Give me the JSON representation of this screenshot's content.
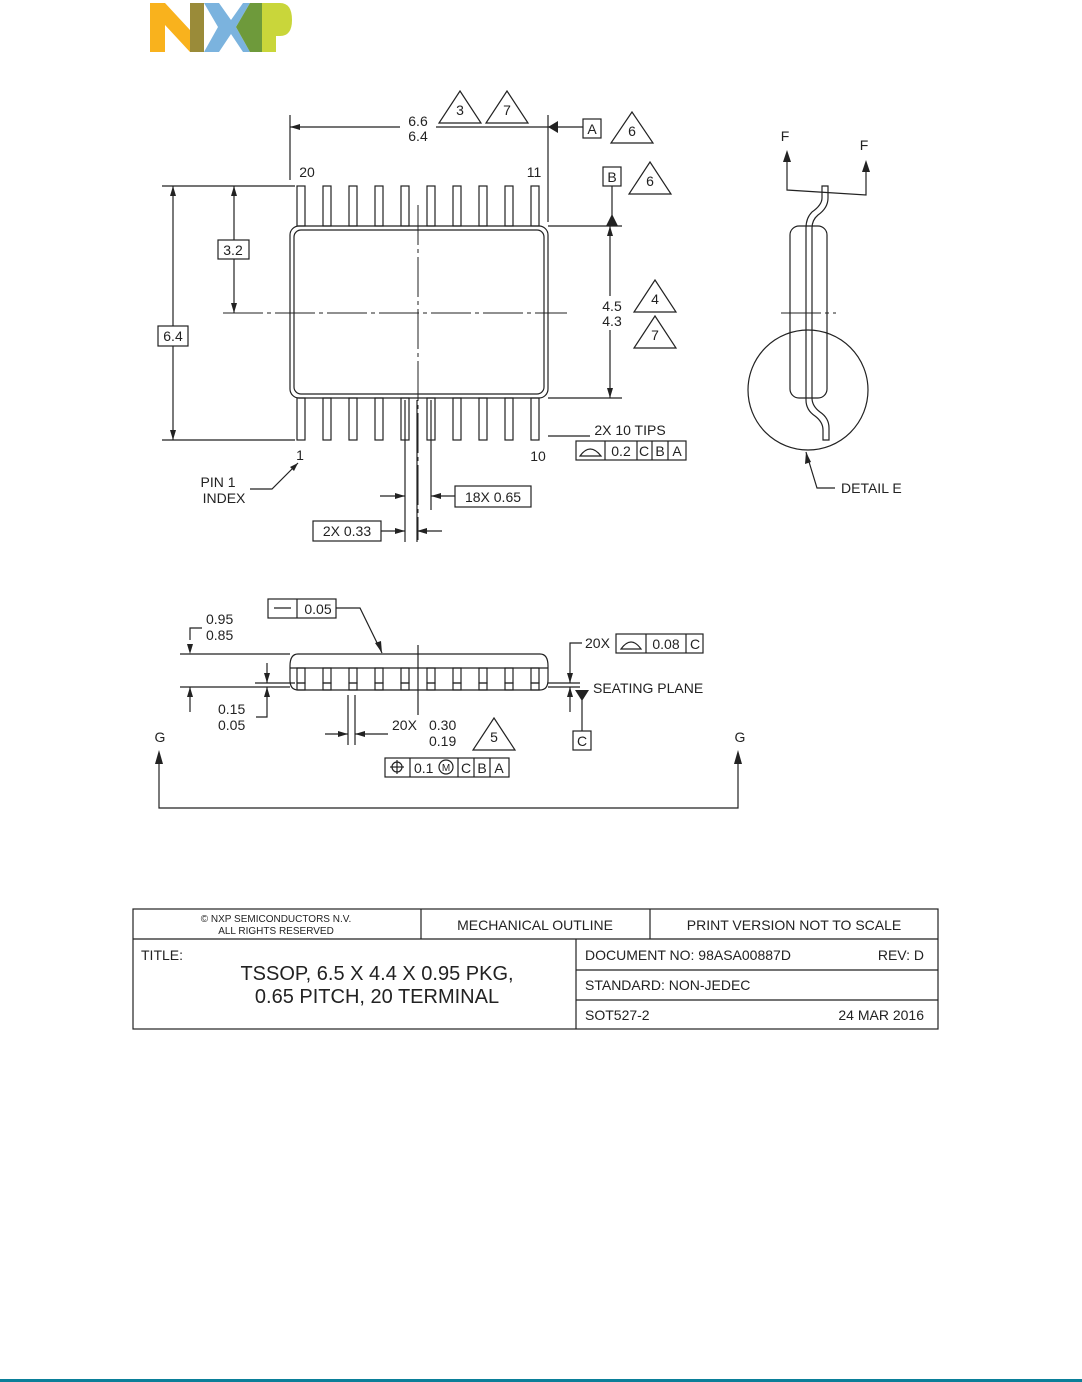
{
  "logo": {
    "text": "NXP",
    "colors": [
      "#f9b21d",
      "#9a8b39",
      "#7bb3de",
      "#6e9a3b",
      "#c9d63a"
    ]
  },
  "top_view": {
    "width_max": "6.6",
    "width_min": "6.4",
    "note_3": "3",
    "note_7a": "7",
    "datum_a": "A",
    "note_6a": "6",
    "datum_b": "B",
    "note_6b": "6",
    "pin_20": "20",
    "pin_11": "11",
    "pin_1": "1",
    "pin_10": "10",
    "dim_3_2": "3.2",
    "dim_6_4": "6.4",
    "height_max": "4.5",
    "height_min": "4.3",
    "note_4": "4",
    "note_7b": "7",
    "tips_label": "2X 10 TIPS",
    "tips_fcf": [
      "0.2",
      "C",
      "B",
      "A"
    ],
    "pin1_label_1": "PIN 1",
    "pin1_label_2": "INDEX",
    "pitch": "18X 0.65",
    "end_width": "2X 0.33"
  },
  "detail": {
    "f_left": "F",
    "f_right": "F",
    "label": "DETAIL E"
  },
  "side_view": {
    "flatness_fcf": "0.05",
    "height_max": "0.95",
    "height_min": "0.85",
    "standoff_max": "0.15",
    "standoff_min": "0.05",
    "coplanarity_prefix": "20X",
    "coplanarity_fcf": [
      "0.08",
      "C"
    ],
    "seating_plane": "SEATING PLANE",
    "datum_c": "C",
    "lead_width_prefix": "20X",
    "lead_width_max": "0.30",
    "lead_width_min": "0.19",
    "note_5": "5",
    "position_fcf": [
      "0.1",
      "M",
      "C",
      "B",
      "A"
    ],
    "g_left": "G",
    "g_right": "G"
  },
  "title_block": {
    "copyright_1": "© NXP SEMICONDUCTORS N.V.",
    "copyright_2": "ALL RIGHTS RESERVED",
    "outline": "MECHANICAL OUTLINE",
    "print_note": "PRINT VERSION NOT TO SCALE",
    "title_label": "TITLE:",
    "title_1": "TSSOP, 6.5 X 4.4 X 0.95 PKG,",
    "title_2": "0.65 PITCH, 20 TERMINAL",
    "document_no": "DOCUMENT NO: 98ASA00887D",
    "rev": "REV: D",
    "standard": "STANDARD: NON-JEDEC",
    "code": "SOT527-2",
    "date": "24 MAR 2016"
  },
  "footer_color": "#0a7f99"
}
